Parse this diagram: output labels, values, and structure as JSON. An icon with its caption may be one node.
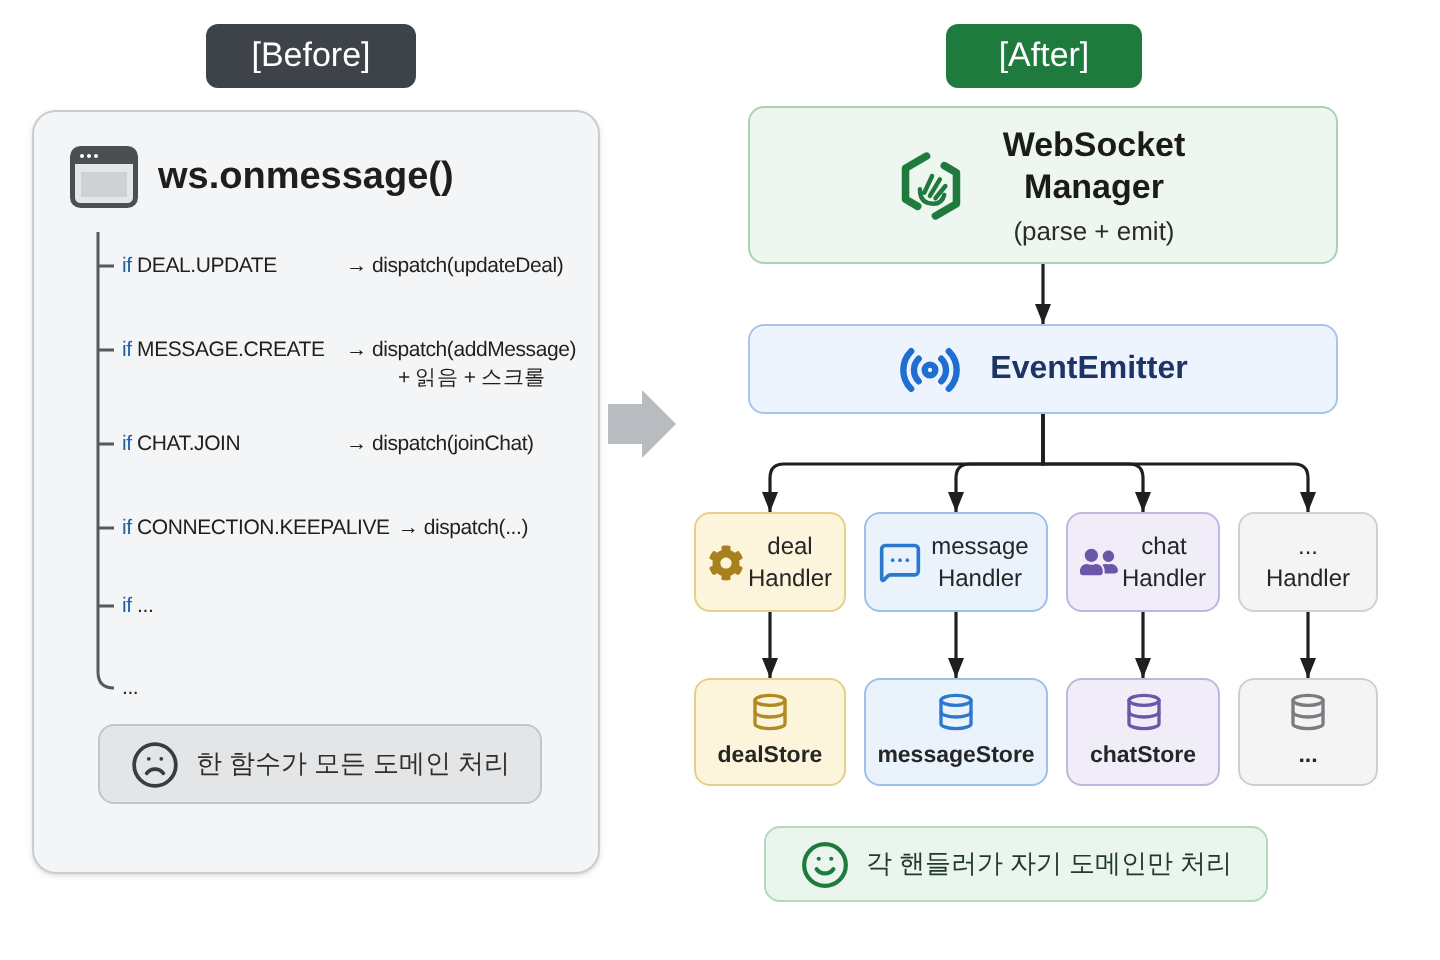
{
  "diagram": {
    "nodes": [
      {
        "text": [
          "[Before]"
        ]
      },
      {
        "text": [
          "ws.onmessage()",
          "if DEAL.UPDATE",
          "→ dispatch(updateDeal)",
          "if MESSAGE.CREATE",
          "→ dispatch(addMessage) + 읽음 + 스크롤",
          "if CHAT.JOIN",
          "→ dispatch(joinChat)",
          "if CONNECTION.KEEPALIVE",
          "→ dispatch(...)",
          "if ...",
          "..."
        ]
      },
      {
        "text": [
          "한 함수가 모든 도메인 처리"
        ],
        "in": 1
      },
      {
        "text": [
          "[After]"
        ]
      },
      {
        "text": [
          "WebSocket Manager",
          "(parse + emit)"
        ]
      },
      {
        "text": [
          "EventEmitter"
        ]
      },
      {
        "text": [
          "deal Handler"
        ]
      },
      {
        "text": [
          "message Handler"
        ]
      },
      {
        "text": [
          "chat Handler"
        ]
      },
      {
        "text": [
          "... Handler"
        ]
      },
      {
        "text": [
          "dealStore"
        ]
      },
      {
        "text": [
          "messageStore"
        ]
      },
      {
        "text": [
          "chatStore"
        ]
      },
      {
        "text": [
          "..."
        ]
      },
      {
        "text": [
          "각 핸들러가 자기 도메인만 처리"
        ]
      }
    ],
    "edges": [
      {
        "from": 4,
        "to": 5,
        "arrow": "to"
      },
      {
        "from": 5,
        "to": 6,
        "arrow": "to"
      },
      {
        "from": 5,
        "to": 7,
        "arrow": "to"
      },
      {
        "from": 5,
        "to": 8,
        "arrow": "to"
      },
      {
        "from": 5,
        "to": 9,
        "arrow": "to"
      },
      {
        "from": 6,
        "to": 10,
        "arrow": "to"
      },
      {
        "from": 7,
        "to": 11,
        "arrow": "to"
      },
      {
        "from": 8,
        "to": 12,
        "arrow": "to"
      },
      {
        "from": 9,
        "to": 13,
        "arrow": "to"
      }
    ]
  }
}
